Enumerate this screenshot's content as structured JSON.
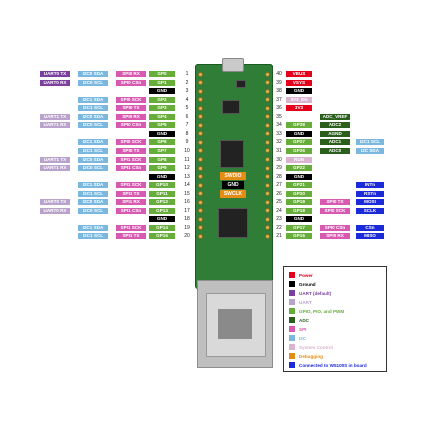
{
  "colors": {
    "uart": "#7b3f9e",
    "uart_light": "#b9a3cc",
    "i2c": "#7ab8e0",
    "spi": "#d75ab0",
    "gpio": "#67ad3a",
    "gnd": "#000000",
    "power": "#e4001b",
    "adc": "#2b5f1c",
    "system": "#d9b3cf",
    "debug": "#e58c15",
    "w5100s": "#1c2bd9"
  },
  "left_rows": [
    {
      "pin": "1",
      "labels": [
        {
          "t": "UART0 TX",
          "c": "uart"
        },
        {
          "t": "I2C0 SDA",
          "c": "i2c"
        },
        {
          "t": "SPI0 RX",
          "c": "spi"
        },
        {
          "t": "GP0",
          "c": "gpio"
        }
      ]
    },
    {
      "pin": "2",
      "labels": [
        {
          "t": "UART0 RX",
          "c": "uart"
        },
        {
          "t": "I2C0 SCL",
          "c": "i2c"
        },
        {
          "t": "SPI0 CSn",
          "c": "spi"
        },
        {
          "t": "GP1",
          "c": "gpio"
        }
      ]
    },
    {
      "pin": "3",
      "labels": [
        {
          "t": "GND",
          "c": "gnd"
        }
      ]
    },
    {
      "pin": "4",
      "labels": [
        {
          "t": "I2C1 SDA",
          "c": "i2c"
        },
        {
          "t": "SPI0 SCK",
          "c": "spi"
        },
        {
          "t": "GP2",
          "c": "gpio"
        }
      ]
    },
    {
      "pin": "5",
      "labels": [
        {
          "t": "I2C1 SCL",
          "c": "i2c"
        },
        {
          "t": "SPI0 TX",
          "c": "spi"
        },
        {
          "t": "GP3",
          "c": "gpio"
        }
      ]
    },
    {
      "pin": "6",
      "labels": [
        {
          "t": "UART1 TX",
          "c": "uart_light"
        },
        {
          "t": "I2C0 SDA",
          "c": "i2c"
        },
        {
          "t": "SPI0 RX",
          "c": "spi"
        },
        {
          "t": "GP4",
          "c": "gpio"
        }
      ]
    },
    {
      "pin": "7",
      "labels": [
        {
          "t": "UART1 RX",
          "c": "uart_light"
        },
        {
          "t": "I2C0 SCL",
          "c": "i2c"
        },
        {
          "t": "SPI0 CSn",
          "c": "spi"
        },
        {
          "t": "GP5",
          "c": "gpio"
        }
      ]
    },
    {
      "pin": "8",
      "labels": [
        {
          "t": "GND",
          "c": "gnd"
        }
      ]
    },
    {
      "pin": "9",
      "labels": [
        {
          "t": "I2C1 SDA",
          "c": "i2c"
        },
        {
          "t": "SPI0 SCK",
          "c": "spi"
        },
        {
          "t": "GP6",
          "c": "gpio"
        }
      ]
    },
    {
      "pin": "10",
      "labels": [
        {
          "t": "I2C1 SCL",
          "c": "i2c"
        },
        {
          "t": "SPI0 TX",
          "c": "spi"
        },
        {
          "t": "GP7",
          "c": "gpio"
        }
      ]
    },
    {
      "pin": "11",
      "labels": [
        {
          "t": "UART1 TX",
          "c": "uart_light"
        },
        {
          "t": "I2C0 SDA",
          "c": "i2c"
        },
        {
          "t": "SPI1 SCK",
          "c": "spi"
        },
        {
          "t": "GP8",
          "c": "gpio"
        }
      ]
    },
    {
      "pin": "12",
      "labels": [
        {
          "t": "UART1 RX",
          "c": "uart_light"
        },
        {
          "t": "I2C0 SCL",
          "c": "i2c"
        },
        {
          "t": "SPI1 CSn",
          "c": "spi"
        },
        {
          "t": "GP9",
          "c": "gpio"
        }
      ]
    },
    {
      "pin": "13",
      "labels": [
        {
          "t": "GND",
          "c": "gnd"
        }
      ]
    },
    {
      "pin": "14",
      "labels": [
        {
          "t": "I2C1 SDA",
          "c": "i2c"
        },
        {
          "t": "SPI1 SCK",
          "c": "spi"
        },
        {
          "t": "GP10",
          "c": "gpio"
        }
      ]
    },
    {
      "pin": "15",
      "labels": [
        {
          "t": "I2C1 SCL",
          "c": "i2c"
        },
        {
          "t": "SPI1 TX",
          "c": "spi"
        },
        {
          "t": "GP11",
          "c": "gpio"
        }
      ]
    },
    {
      "pin": "16",
      "labels": [
        {
          "t": "UART0 TX",
          "c": "uart_light"
        },
        {
          "t": "I2C0 SDA",
          "c": "i2c"
        },
        {
          "t": "SPI1 RX",
          "c": "spi"
        },
        {
          "t": "GP12",
          "c": "gpio"
        }
      ]
    },
    {
      "pin": "17",
      "labels": [
        {
          "t": "UART0 RX",
          "c": "uart_light"
        },
        {
          "t": "I2C0 SCL",
          "c": "i2c"
        },
        {
          "t": "SPI1 CSn",
          "c": "spi"
        },
        {
          "t": "GP13",
          "c": "gpio"
        }
      ]
    },
    {
      "pin": "18",
      "labels": [
        {
          "t": "GND",
          "c": "gnd"
        }
      ]
    },
    {
      "pin": "19",
      "labels": [
        {
          "t": "I2C1 SDA",
          "c": "i2c"
        },
        {
          "t": "SPI1 SCK",
          "c": "spi"
        },
        {
          "t": "GP14",
          "c": "gpio"
        }
      ]
    },
    {
      "pin": "20",
      "labels": [
        {
          "t": "I2C1 SCL",
          "c": "i2c"
        },
        {
          "t": "SPI1 TX",
          "c": "spi"
        },
        {
          "t": "GP15",
          "c": "gpio"
        }
      ]
    }
  ],
  "right_rows": [
    {
      "pin": "40",
      "labels": [
        {
          "t": "VBUS",
          "c": "power"
        }
      ]
    },
    {
      "pin": "39",
      "labels": [
        {
          "t": "VSYS",
          "c": "power"
        }
      ]
    },
    {
      "pin": "38",
      "labels": [
        {
          "t": "GND",
          "c": "gnd"
        }
      ]
    },
    {
      "pin": "37",
      "labels": [
        {
          "t": "3V3_EN",
          "c": "system"
        }
      ]
    },
    {
      "pin": "36",
      "labels": [
        {
          "t": "3V3",
          "c": "power"
        }
      ]
    },
    {
      "pin": "35",
      "labels": [
        {
          "t": "",
          "c": "none"
        },
        {
          "t": "ADC_VREF",
          "c": "adc"
        }
      ]
    },
    {
      "pin": "34",
      "labels": [
        {
          "t": "GP28",
          "c": "gpio"
        },
        {
          "t": "ADC2",
          "c": "adc"
        }
      ]
    },
    {
      "pin": "33",
      "labels": [
        {
          "t": "GND",
          "c": "gnd"
        },
        {
          "t": "AGND",
          "c": "adc"
        }
      ]
    },
    {
      "pin": "32",
      "labels": [
        {
          "t": "GP27",
          "c": "gpio"
        },
        {
          "t": "ADC1",
          "c": "adc"
        },
        {
          "t": "I2C1 SCL",
          "c": "i2c"
        }
      ]
    },
    {
      "pin": "31",
      "labels": [
        {
          "t": "GP26",
          "c": "gpio"
        },
        {
          "t": "ADC0",
          "c": "adc"
        },
        {
          "t": "I2C SDA",
          "c": "i2c"
        }
      ]
    },
    {
      "pin": "30",
      "labels": [
        {
          "t": "RUN",
          "c": "system"
        }
      ]
    },
    {
      "pin": "29",
      "labels": [
        {
          "t": "GP22",
          "c": "gpio"
        }
      ]
    },
    {
      "pin": "28",
      "labels": [
        {
          "t": "GND",
          "c": "gnd"
        }
      ]
    },
    {
      "pin": "27",
      "labels": [
        {
          "t": "GP21",
          "c": "gpio"
        },
        {
          "t": "",
          "c": "none"
        },
        {
          "t": "INTn",
          "c": "w5100s"
        }
      ]
    },
    {
      "pin": "26",
      "labels": [
        {
          "t": "GP20",
          "c": "gpio"
        },
        {
          "t": "",
          "c": "none"
        },
        {
          "t": "RSTn",
          "c": "w5100s"
        }
      ]
    },
    {
      "pin": "25",
      "labels": [
        {
          "t": "GP19",
          "c": "gpio"
        },
        {
          "t": "SPI0 TX",
          "c": "spi"
        },
        {
          "t": "MOSI",
          "c": "w5100s"
        }
      ]
    },
    {
      "pin": "24",
      "labels": [
        {
          "t": "GP18",
          "c": "gpio"
        },
        {
          "t": "SPI0 SCK",
          "c": "spi"
        },
        {
          "t": "SCLK",
          "c": "w5100s"
        }
      ]
    },
    {
      "pin": "23",
      "labels": [
        {
          "t": "GND",
          "c": "gnd"
        }
      ]
    },
    {
      "pin": "22",
      "labels": [
        {
          "t": "GP17",
          "c": "gpio"
        },
        {
          "t": "SPI0 CSn",
          "c": "spi"
        },
        {
          "t": "CSn",
          "c": "w5100s"
        }
      ]
    },
    {
      "pin": "21",
      "labels": [
        {
          "t": "GP16",
          "c": "gpio"
        },
        {
          "t": "SPI0 RX",
          "c": "spi"
        },
        {
          "t": "MISO",
          "c": "w5100s"
        }
      ]
    }
  ],
  "board_badges": {
    "swdio": "SWDIO",
    "gnd": "GND",
    "swclk": "SWCLK"
  },
  "legend": [
    {
      "label": "Power",
      "c": "power"
    },
    {
      "label": "Ground",
      "c": "gnd"
    },
    {
      "label": "UART (default)",
      "c": "uart"
    },
    {
      "label": "UART",
      "c": "uart_light"
    },
    {
      "label": "GPIO, PIO, and PWM",
      "c": "gpio"
    },
    {
      "label": "ADC",
      "c": "adc"
    },
    {
      "label": "SPI",
      "c": "spi"
    },
    {
      "label": "I2C",
      "c": "i2c"
    },
    {
      "label": "System Control",
      "c": "system"
    },
    {
      "label": "Debugging",
      "c": "debug"
    },
    {
      "label": "Connected to W5100S in board",
      "c": "w5100s"
    }
  ]
}
